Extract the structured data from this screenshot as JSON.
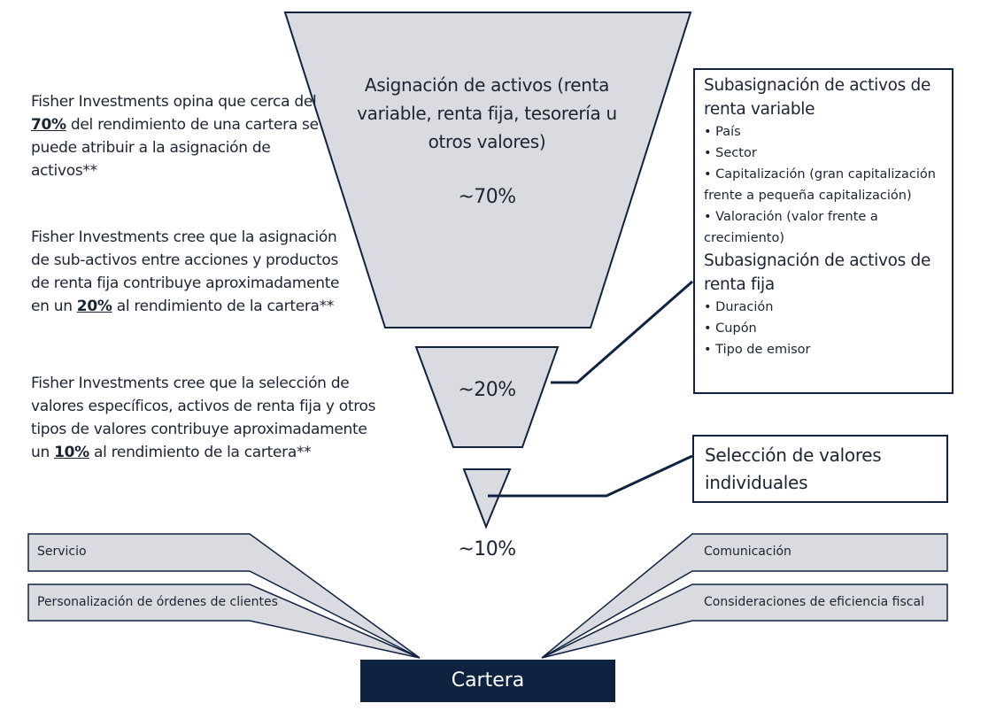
{
  "left_notes": [
    {
      "before": "Fisher Investments opina que cerca del ",
      "bold": "70%",
      "after": " del rendimiento de una cartera se puede atribuir a la asignación de activos**"
    },
    {
      "before": "Fisher Investments cree que la asignación de sub-activos entre acciones y productos de renta fija contribuye aproximadamente en un ",
      "bold": "20%",
      "after": " al rendimiento de la cartera**"
    },
    {
      "before": "Fisher Investments cree que la selección de valores específicos, activos de renta fija y otros tipos de valores contribuye aproximadamente un ",
      "bold": "10%",
      "after": " al rendimiento de la cartera**"
    }
  ],
  "funnel": {
    "top_title": "Asignación de activos (renta variable, renta fija, tesorería u otros valores)",
    "top_pct": "~70%",
    "mid_pct": "~20%",
    "bottom_pct": "~10%"
  },
  "sub_box": {
    "equity_title": "Subasignación de activos de renta variable",
    "equity_items": [
      "País",
      "Sector",
      "Capitalización (gran capitalización frente a pequeña capitalización)",
      "Valoración (valor frente a crecimiento)"
    ],
    "fixed_title": "Subasignación de activos de renta fija",
    "fixed_items": [
      "Duración",
      "Cupón",
      "Tipo de emisor"
    ]
  },
  "selection_box": {
    "title": "Selección de valores individuales"
  },
  "side_labels": {
    "left": [
      "Servicio",
      "Personalización de órdenes de clientes"
    ],
    "right": [
      "Comunicación",
      "Consideraciones de eficiencia fiscal"
    ]
  },
  "portfolio_label": "Cartera",
  "colors": {
    "navy": "#0f2240",
    "gray_fill": "#d9dbe0"
  }
}
